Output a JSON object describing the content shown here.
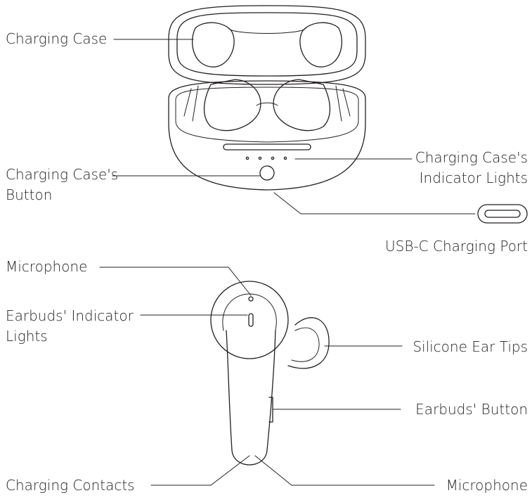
{
  "labels": {
    "charging_case": "Charging Case",
    "case_button_line1": "Charging Case's",
    "case_button_line2": "Button",
    "case_lights_line1": "Charging Case's",
    "case_lights_line2": "Indicator Lights",
    "usb_port": "USB-C Charging Port",
    "mic_top": "Microphone",
    "earbud_lights_line1": "Earbuds' Indicator",
    "earbud_lights_line2": "Lights",
    "ear_tips": "Silicone Ear Tips",
    "earbud_button": "Earbuds' Button",
    "charging_contacts": "Charging Contacts",
    "mic_bottom": "Microphone"
  }
}
